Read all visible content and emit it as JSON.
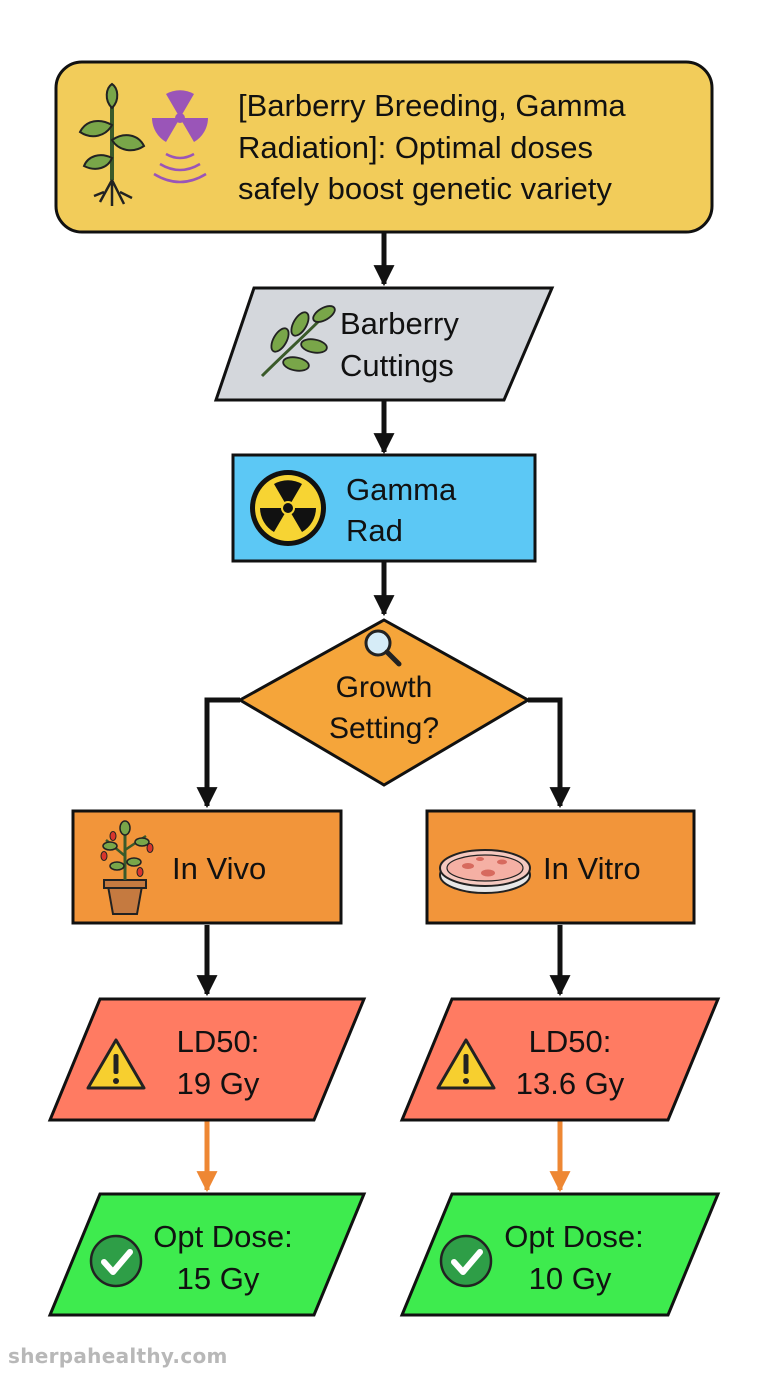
{
  "title": {
    "line1": "[Barberry Breeding, Gamma",
    "line2": "Radiation]: Optimal doses",
    "line3": "safely boost genetic variety"
  },
  "nodes": {
    "cuttings": {
      "line1": "Barberry",
      "line2": "Cuttings"
    },
    "gamma": {
      "line1": "Gamma",
      "line2": "Rad"
    },
    "decision": {
      "line1": "Growth",
      "line2": "Setting?"
    },
    "in_vivo": {
      "label": "In Vivo"
    },
    "in_vitro": {
      "label": "In Vitro"
    },
    "ld50_vivo": {
      "line1": "LD50:",
      "line2": "19 Gy"
    },
    "ld50_vitro": {
      "line1": "LD50:",
      "line2": "13.6 Gy"
    },
    "opt_vivo": {
      "line1": "Opt Dose:",
      "line2": "15 Gy"
    },
    "opt_vitro": {
      "line1": "Opt Dose:",
      "line2": "10 Gy"
    }
  },
  "watermark": "sherpahealthy.com",
  "icons": {
    "title": [
      "plant-icon",
      "radiation-icon"
    ],
    "cuttings": "leaf-sprig-icon",
    "gamma": "radiation-icon",
    "decision": "magnifier-icon",
    "in_vivo": "potted-plant-icon",
    "in_vitro": "petri-dish-icon",
    "ld50": "warning-icon",
    "opt": "check-icon"
  },
  "colors": {
    "title_fill": "#F2CC5A",
    "cuttings_fill": "#D4D7DC",
    "gamma_fill": "#5CC8F5",
    "decision_fill": "#F5A53A",
    "setting_fill": "#F2953A",
    "ld50_fill": "#FF7B62",
    "opt_fill": "#3EEB4E",
    "arrow_black": "#111111",
    "arrow_orange": "#EE8733"
  }
}
